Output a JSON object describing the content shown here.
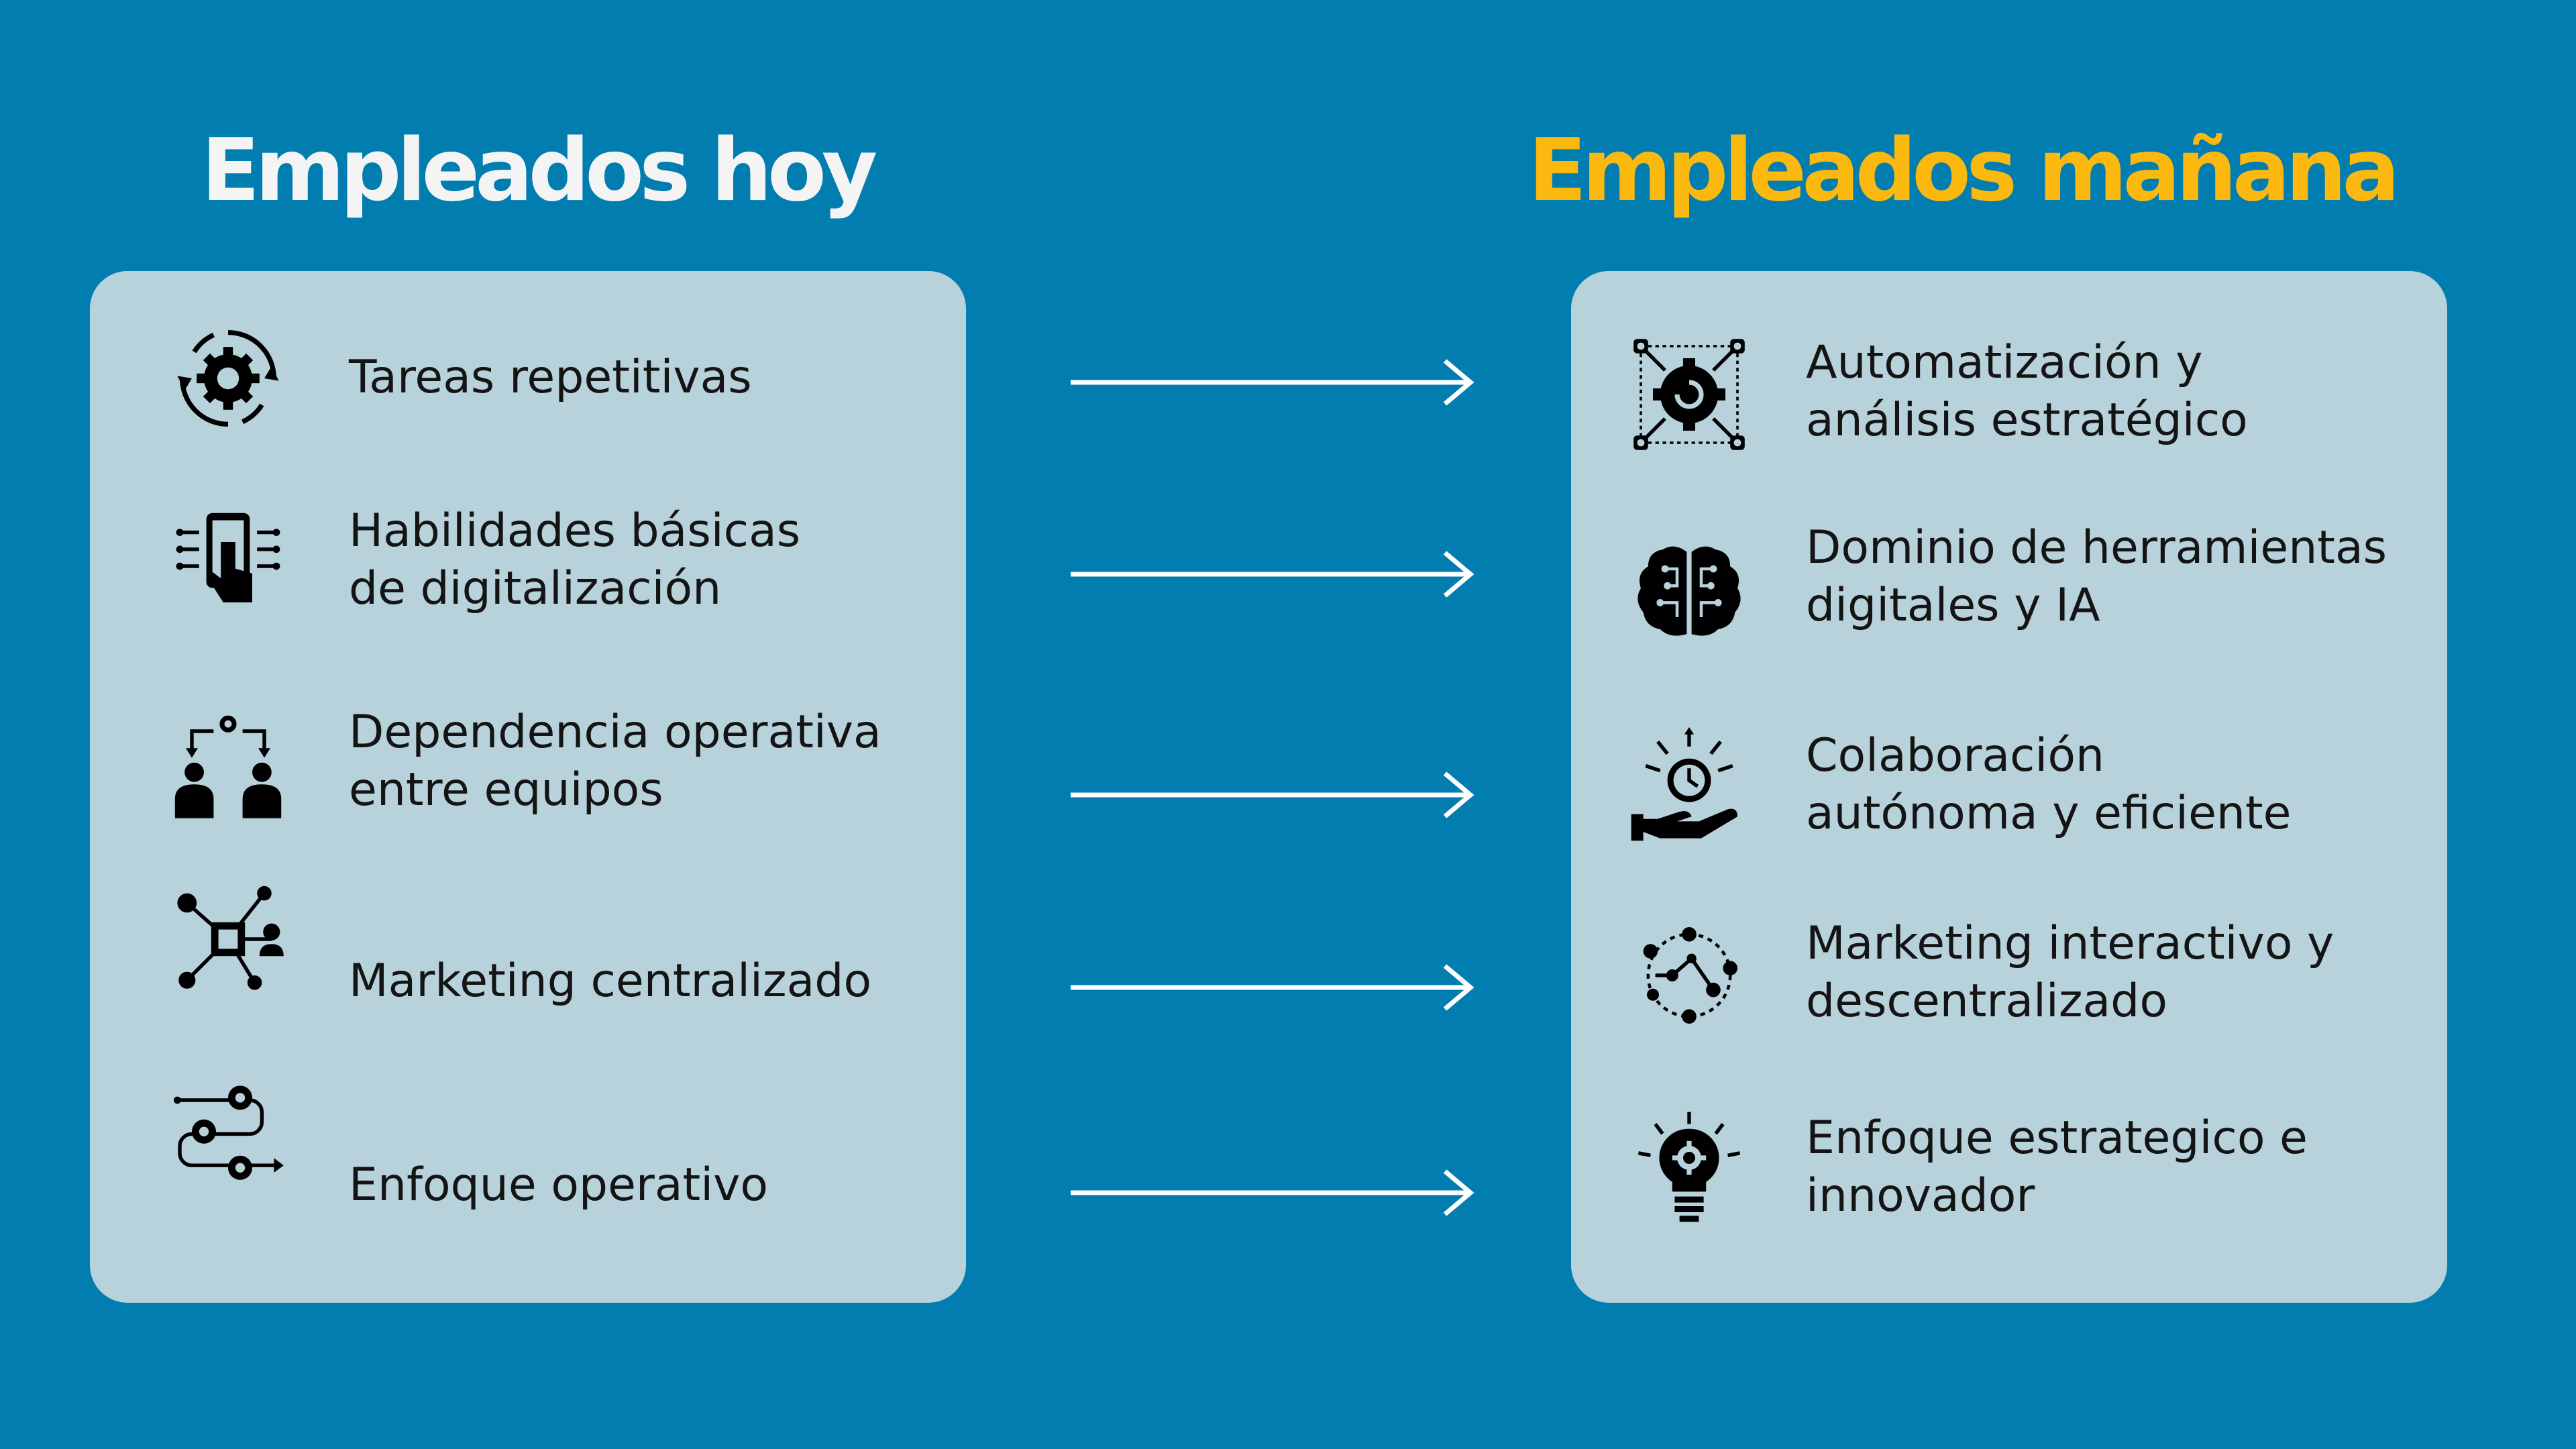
{
  "colors": {
    "background": "#027db0",
    "panel": "#b8d2dc",
    "title_left": "#f4f4f4",
    "title_right": "#fbb80f",
    "text": "#141414",
    "arrow": "#ffffff"
  },
  "left": {
    "title": "Empleados hoy",
    "items": [
      {
        "label": "Tareas repetitivas",
        "icon": "gear-cycle-icon"
      },
      {
        "label": "Habilidades básicas\nde digitalización",
        "icon": "phone-touch-icon"
      },
      {
        "label": "Dependencia operativa\nentre equipos",
        "icon": "team-dependency-icon"
      },
      {
        "label": "Marketing centralizado",
        "icon": "central-network-icon"
      },
      {
        "label": "Enfoque operativo",
        "icon": "gear-flow-icon"
      }
    ]
  },
  "right": {
    "title": "Empleados mañana",
    "items": [
      {
        "label": "Automatización y\nanálisis estratégico",
        "icon": "automation-network-icon"
      },
      {
        "label": "Dominio de herramientas\ndigitales y IA",
        "icon": "ai-brain-icon"
      },
      {
        "label": "Colaboración\nautónoma y eficiente",
        "icon": "hand-clock-icon"
      },
      {
        "label": "Marketing interactivo y\ndescentralizado",
        "icon": "decentralized-network-icon"
      },
      {
        "label": "Enfoque estrategico e\ninnovador",
        "icon": "lightbulb-icon"
      }
    ]
  }
}
